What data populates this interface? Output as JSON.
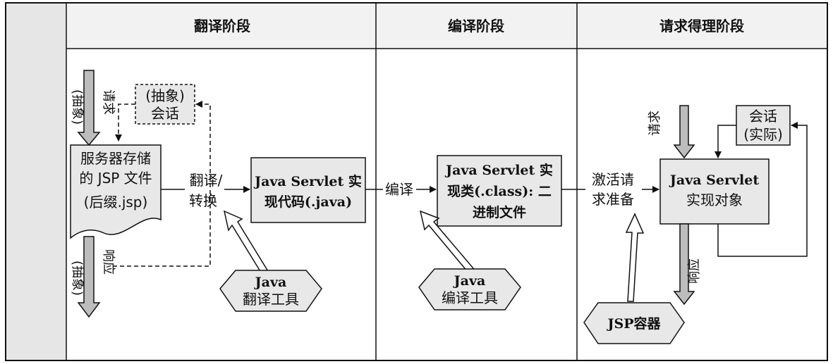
{
  "phases": {
    "translate": "翻译阶段",
    "compile": "编译阶段",
    "request": "请求得理阶段"
  },
  "translate_phase": {
    "storage_line1": "服务器存储",
    "storage_line2": "的 JSP 文件",
    "storage_line3": "(后缀.jsp)",
    "session_line1": "(抽象)",
    "session_line2": "会话",
    "abstract_label": "(抽象)",
    "request_label": "请求",
    "response_label": "响应",
    "translate_line1": "翻译/",
    "translate_line2": "转换",
    "servlet_code_line1": "Java Servlet 实",
    "servlet_code_line2": "现代码(.java)",
    "tool_line1": "Java",
    "tool_line2": "翻译工具"
  },
  "compile_phase": {
    "compile_label": "编译",
    "class_line1": "Java Servlet 实",
    "class_line2": "现类(.class): 二",
    "class_line3": "进制文件",
    "tool_line1": "Java",
    "tool_line2": "编译工具"
  },
  "request_phase": {
    "activate_line1": "激活请",
    "activate_line2": "求准备",
    "request_label": "请求",
    "response_label": "响应",
    "session_line1": "会话",
    "session_line2": "(实际)",
    "object_line1": "Java Servlet",
    "object_line2": "实现对象",
    "container_label": "JSP容器"
  },
  "colors": {
    "box_fill": "#e8e8e8",
    "arrow_fill": "#bdbdbd",
    "header_fill": "#f2f2f2",
    "strip_fill": "#e6e6e6"
  }
}
